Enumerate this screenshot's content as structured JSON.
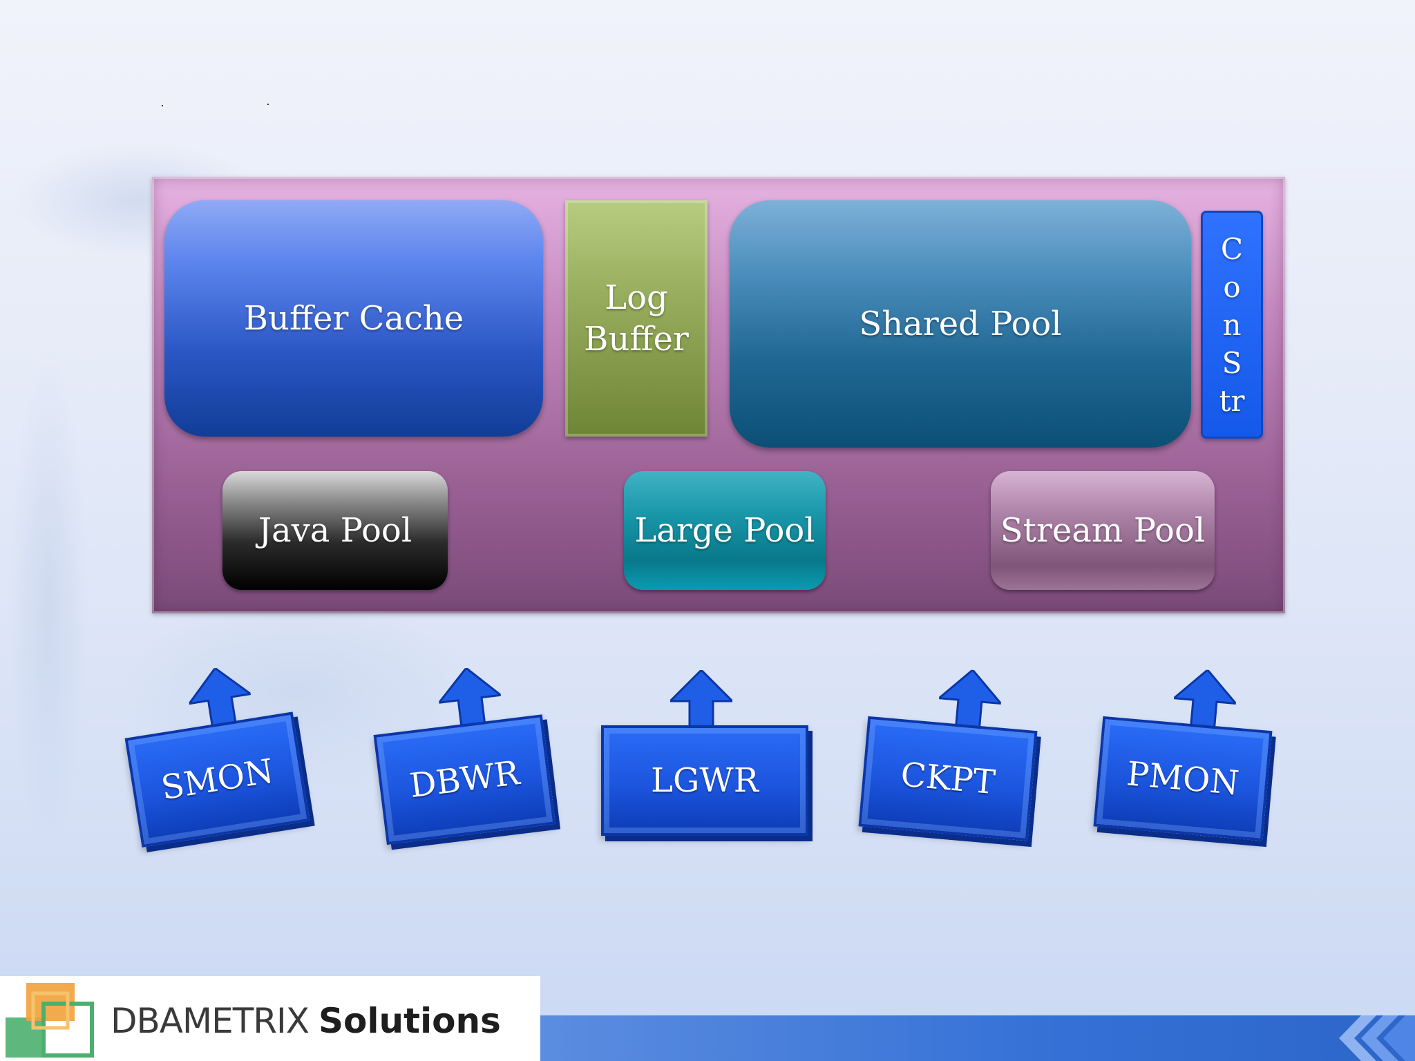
{
  "diagram": {
    "sga_components": {
      "buffer_cache": "Buffer Cache",
      "log_buffer": "Log Buffer",
      "shared_pool": "Shared Pool",
      "constr_letters": [
        "C",
        "o",
        "n",
        "S",
        "tr"
      ],
      "java_pool": "Java Pool",
      "large_pool": "Large Pool",
      "stream_pool": "Stream Pool"
    },
    "processes": [
      "SMON",
      "DBWR",
      "LGWR",
      "CKPT",
      "PMON"
    ]
  },
  "footer": {
    "brand": "DBAMETRIX",
    "solutions": "Solutions"
  },
  "colors": {
    "sga_background": "#a86ea4",
    "process_blue": "#1c55de",
    "footer_bar": "#3470d6"
  }
}
